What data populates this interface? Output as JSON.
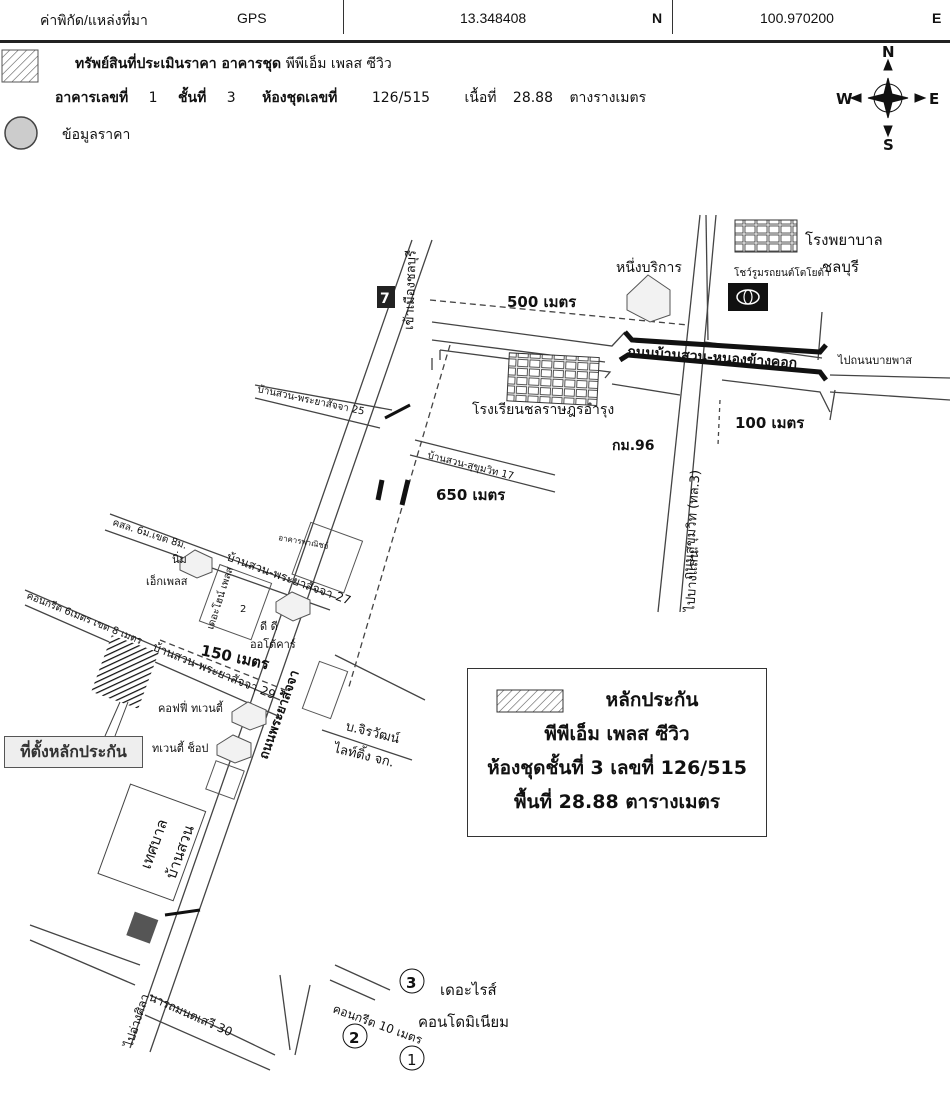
{
  "header": {
    "coord_label": "ค่าพิกัด/แหล่งที่มา",
    "source": "GPS",
    "latitude": "13.348408",
    "lat_dir": "N",
    "longitude": "100.970200",
    "lon_dir": "E"
  },
  "legend": {
    "subject_title": "ทรัพย์สินที่ประเมินราคา อาคารชุด",
    "subject_name": "พีพีเอ็ม เพลส ซีวิว",
    "building_label": "อาคารเลขที่",
    "building_no": "1",
    "floor_label": "ชั้นที่",
    "floor_no": "3",
    "unit_label": "ห้องชุดเลขที่",
    "unit_no": "126/515",
    "area_label": "เนื้อที่",
    "area_value": "28.88",
    "area_unit": "ตางรางเมตร",
    "price_data_label": "ข้อมูลราคา"
  },
  "compass": {
    "n": "N",
    "s": "S",
    "e": "E",
    "w": "W"
  },
  "map": {
    "roads": {
      "to_chonburi": "เข้าเมืองชลบุรี",
      "ban_suan_nong_khang_khok": "ถนนบ้านสวน-หนองข้างคอก",
      "to_bypass": "ไปถนนบายพาส",
      "sukhumvit": "ถนนสุขุมวิท (ทล.3)",
      "to_bangsaen": "ไปบางแสน",
      "soi25": "บ้านสวน-พระยาสัจจา 25",
      "sukhumvit17": "บ้านสวน-สุขุมวิท 17",
      "soi27_desc": "คสล. 6ม.เขต 8ม.",
      "soi27": "บ้านสวน-พระยาสัจจา 27",
      "soi29_desc": "คอนกรีต 6เมตร เขต 8 เมตร",
      "soi29": "บ้านสวน-พระยาสัจจา 29",
      "phraya_satcha": "ถนนพระยาสัจจา",
      "to_ang_sila": "ไปอ่างศิลา",
      "narathmontsewi30": "นารถมนตเสวี 30",
      "concrete10": "คอนกรีต 10 เมตร"
    },
    "distances": {
      "d500": "500 เมตร",
      "d100": "100 เมตร",
      "d650": "650 เมตร",
      "d150": "150 เมตร"
    },
    "places": {
      "hospital1": "โรงพยาบาล",
      "hospital2": "ชลบุรี",
      "toyota": "โชว์รูมรถยนต์โตโยต้า",
      "nueng_borikan": "หนึ่งบริการ",
      "school": "โรงเรียนชลราษฎรอำรุง",
      "km96": "กม.96",
      "commercial": "อาคารพาณิชย์",
      "nim1": "นิ่ม",
      "nim2": "เอ็กเพลส",
      "the_one": "เดอะโฮน์ เพลส",
      "the_one_no": "2",
      "dd1": "ดี ดี",
      "dd2": "ออโต้คาร์",
      "coffee": "คอฟฟี่ ทเวนตี้",
      "shop": "ทเวนตี้ ช็อป",
      "jirawat1": "บ.จิรวัฒน์",
      "jirawat2": "ไลท์ติ้ง จก.",
      "municipality1": "เทศบาล",
      "municipality2": "บ้านสวน",
      "the_rise1": "เดอะไรส์",
      "the_rise2": "คอนโดมิเนียม",
      "n1": "1",
      "n2": "2",
      "n3": "3"
    },
    "pin_label": "ที่ตั้งหลักประกัน"
  },
  "legend_box": {
    "title": "หลักประกัน",
    "name": "พีพีเอ็ม เพลส ซีวิว",
    "unit": "ห้องชุดชั้นที่ 3 เลขที่ 126/515",
    "area": "พื้นที่ 28.88 ตารางเมตร"
  }
}
